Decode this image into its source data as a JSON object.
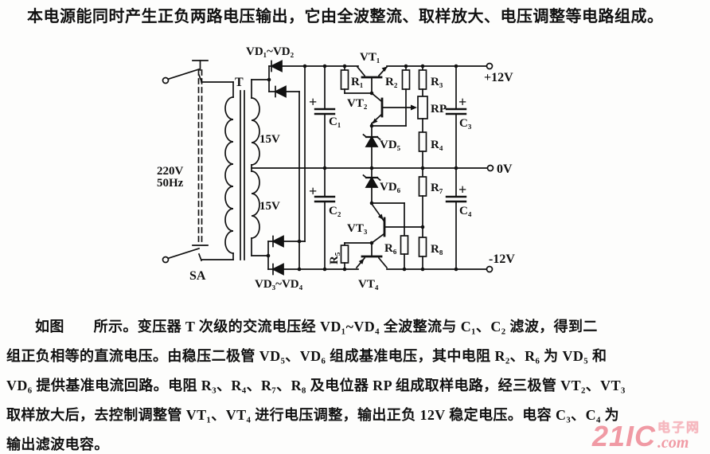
{
  "intro": "本电源能同时产生正负两路电压输出，它由全波整流、取样放大、电压调整等电路组成。",
  "circuit": {
    "labels": {
      "vd12": "VD₁~VD₂",
      "vd34": "VD₃~VD₄",
      "vt1": "VT₁",
      "vt2": "VT₂",
      "vt3": "VT₃",
      "vt4": "VT₄",
      "vd5": "VD₅",
      "vd6": "VD₆",
      "r1": "R₁",
      "r2": "R₂",
      "r3": "R₃",
      "r4": "R₄",
      "r5": "R₅",
      "r6": "R₆",
      "r7": "R₇",
      "r8": "R₈",
      "rp": "RP",
      "c1": "C₁",
      "c2": "C₂",
      "c3": "C₃",
      "c4": "C₄",
      "polarity_plus": "+",
      "transformer": "T",
      "secondary_upper": "15V",
      "secondary_lower": "15V",
      "mains_voltage": "220V",
      "mains_freq": "50Hz",
      "switch": "SA",
      "out_pos": "+12V",
      "out_zero": "0V",
      "out_neg": "-12V"
    }
  },
  "description": {
    "lines": [
      "如图　　所示。变压器 T 次级的交流电压经 VD₁~VD₄ 全波整流与 C₁、C₂ 滤波，得到二",
      "组正负相等的直流电压。由稳压二极管 VD₅、VD₆ 组成基准电压，其中电阻 R₂、R₆ 为 VD₅ 和",
      "VD₆ 提供基准电流回路。电阻 R₃、R₄、R₇、R₈ 及电位器 RP 组成取样电路，经三极管 VT₂、VT₃",
      "取样放大后，去控制调整管 VT₁、VT₄ 进行电压调整，输出正负 12V 稳定电压。电容 C₃、C₄ 为",
      "输出滤波电容。"
    ]
  },
  "watermark": {
    "brand": "21IC",
    "site": "电子网",
    "tld": ".com"
  }
}
